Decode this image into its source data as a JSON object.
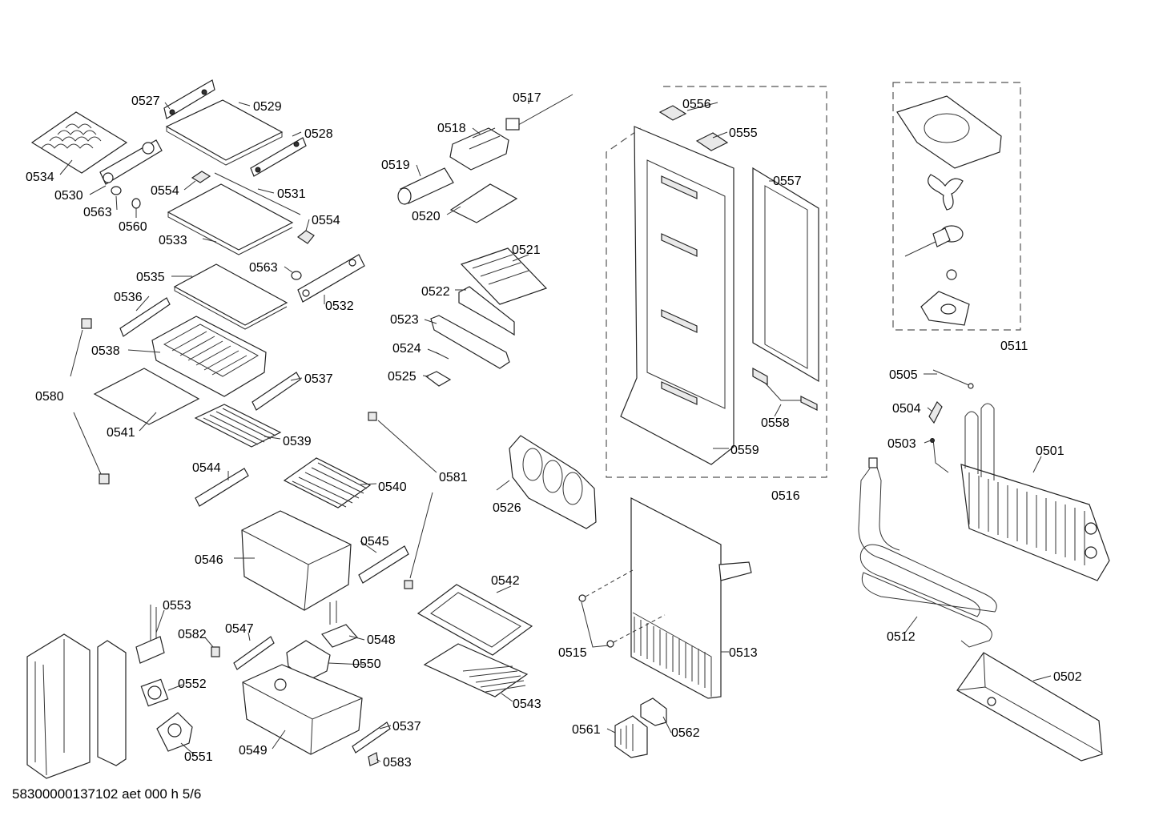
{
  "labels": {
    "0501": "0501",
    "0502": "0502",
    "0503": "0503",
    "0504": "0504",
    "0505": "0505",
    "0511": "0511",
    "0512": "0512",
    "0513": "0513",
    "0515": "0515",
    "0516": "0516",
    "0517": "0517",
    "0518": "0518",
    "0519": "0519",
    "0520": "0520",
    "0521": "0521",
    "0522": "0522",
    "0523": "0523",
    "0524": "0524",
    "0525": "0525",
    "0526": "0526",
    "0527": "0527",
    "0528": "0528",
    "0529": "0529",
    "0530": "0530",
    "0531": "0531",
    "0532": "0532",
    "0533": "0533",
    "0534": "0534",
    "0535": "0535",
    "0536": "0536",
    "0537": "0537",
    "0538": "0538",
    "0539": "0539",
    "0540": "0540",
    "0541": "0541",
    "0542": "0542",
    "0543": "0543",
    "0544": "0544",
    "0545": "0545",
    "0546": "0546",
    "0547": "0547",
    "0548": "0548",
    "0549": "0549",
    "0550": "0550",
    "0551": "0551",
    "0552": "0552",
    "0553": "0553",
    "0554": "0554",
    "0555": "0555",
    "0556": "0556",
    "0557": "0557",
    "0558": "0558",
    "0559": "0559",
    "0560": "0560",
    "0561": "0561",
    "0562": "0562",
    "0563": "0563",
    "0580": "0580",
    "0581": "0581",
    "0582": "0582",
    "0583": "0583"
  },
  "footer": "58300000137102 aet 000 h 5/6"
}
